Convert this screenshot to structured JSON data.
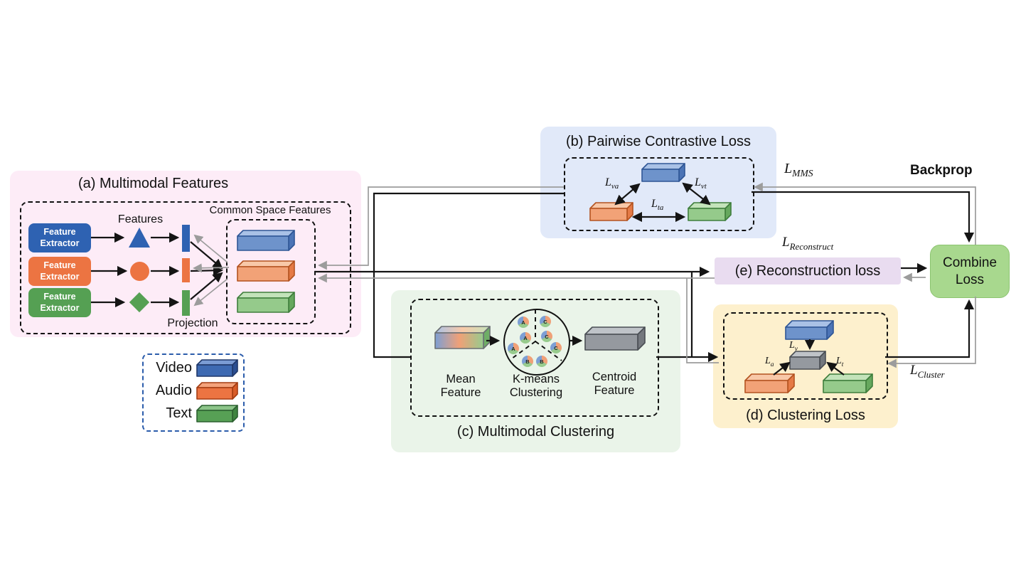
{
  "figure": {
    "type": "model-architecture-diagram"
  },
  "panel_a": {
    "title": "(a) Multimodal Features",
    "extractor_label": "Feature Extractor",
    "features_label": "Features",
    "projection_label": "Projection",
    "common_space_label": "Common Space Features"
  },
  "panel_b": {
    "title": "(b) Pairwise Contrastive Loss",
    "loss_va": {
      "base": "L",
      "sub": "va"
    },
    "loss_vt": {
      "base": "L",
      "sub": "vt"
    },
    "loss_ta": {
      "base": "L",
      "sub": "ta"
    }
  },
  "panel_c": {
    "title": "(c) Multimodal Clustering",
    "mean_feature_label": "Mean Feature",
    "kmeans_label": "K-means Clustering",
    "centroid_label": "Centroid Feature",
    "dot_labels": [
      "A",
      "A",
      "A",
      "C",
      "C",
      "C",
      "B",
      "B"
    ]
  },
  "panel_d": {
    "title": "(d) Clustering Loss",
    "loss_v": {
      "base": "L",
      "sub": "v"
    },
    "loss_a": {
      "base": "L",
      "sub": "a"
    },
    "loss_t": {
      "base": "L",
      "sub": "t"
    }
  },
  "panel_e": {
    "title": "(e) Reconstruction loss"
  },
  "combine": {
    "label": "Combine Loss"
  },
  "edge_labels": {
    "mms": {
      "base": "L",
      "sub": "MMS"
    },
    "backprop": "Backprop",
    "reconstruct": {
      "base": "L",
      "sub": "Reconstruct"
    },
    "cluster": {
      "base": "L",
      "sub": "Cluster"
    }
  },
  "legend": {
    "items": [
      {
        "label": "Video",
        "modality": "video"
      },
      {
        "label": "Audio",
        "modality": "audio"
      },
      {
        "label": "Text",
        "modality": "text"
      }
    ]
  },
  "colors": {
    "video_solid": "#2e62b2",
    "audio_solid": "#ec7442",
    "text_solid": "#55a053",
    "video_bar": "#6e93cb",
    "audio_bar": "#f2a277",
    "text_bar": "#95ca8b",
    "gray_bar": "#95999f",
    "panel_a_bg": "#fdecf7",
    "panel_b_bg": "#e1e9f9",
    "panel_c_bg": "#eaf4e9",
    "panel_d_bg": "#fdf0cd",
    "panel_e_bg": "#e9dcf0",
    "combine_bg": "#a8d88e",
    "forward_line": "#141414",
    "backprop_line": "#9c9c9c"
  }
}
